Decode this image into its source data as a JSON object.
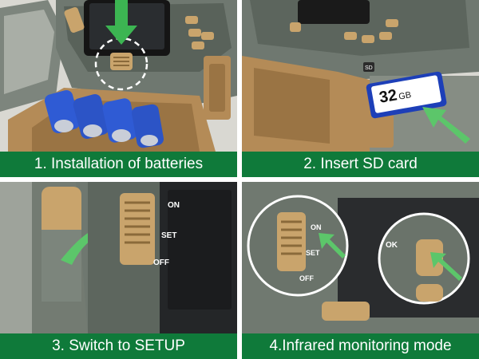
{
  "colors": {
    "caption_bg": "#0f7a3a",
    "caption_text": "#ffffff",
    "camo_base": "#6f7870",
    "tan_plastic": "#b48b57",
    "switch_gold": "#c9a46c",
    "battery_blue": "#2f5bd4",
    "arrow_green": "#5cc66a"
  },
  "panels": [
    {
      "caption": "1. Installation of batteries",
      "icon": "battery-install"
    },
    {
      "caption": "2. Insert SD card",
      "icon": "sd-card-insert",
      "sd_card": {
        "capacity": "32",
        "unit": "GB",
        "badge": "SD"
      }
    },
    {
      "caption": "3. Switch to SETUP",
      "icon": "mode-switch",
      "switch_labels": {
        "on": "ON",
        "set": "SET",
        "off": "OFF"
      }
    },
    {
      "caption": "4.Infrared monitoring mode",
      "icon": "infrared-mode",
      "switch_labels": {
        "on": "ON",
        "set": "SET",
        "off": "OFF"
      },
      "button_label": "OK"
    }
  ]
}
